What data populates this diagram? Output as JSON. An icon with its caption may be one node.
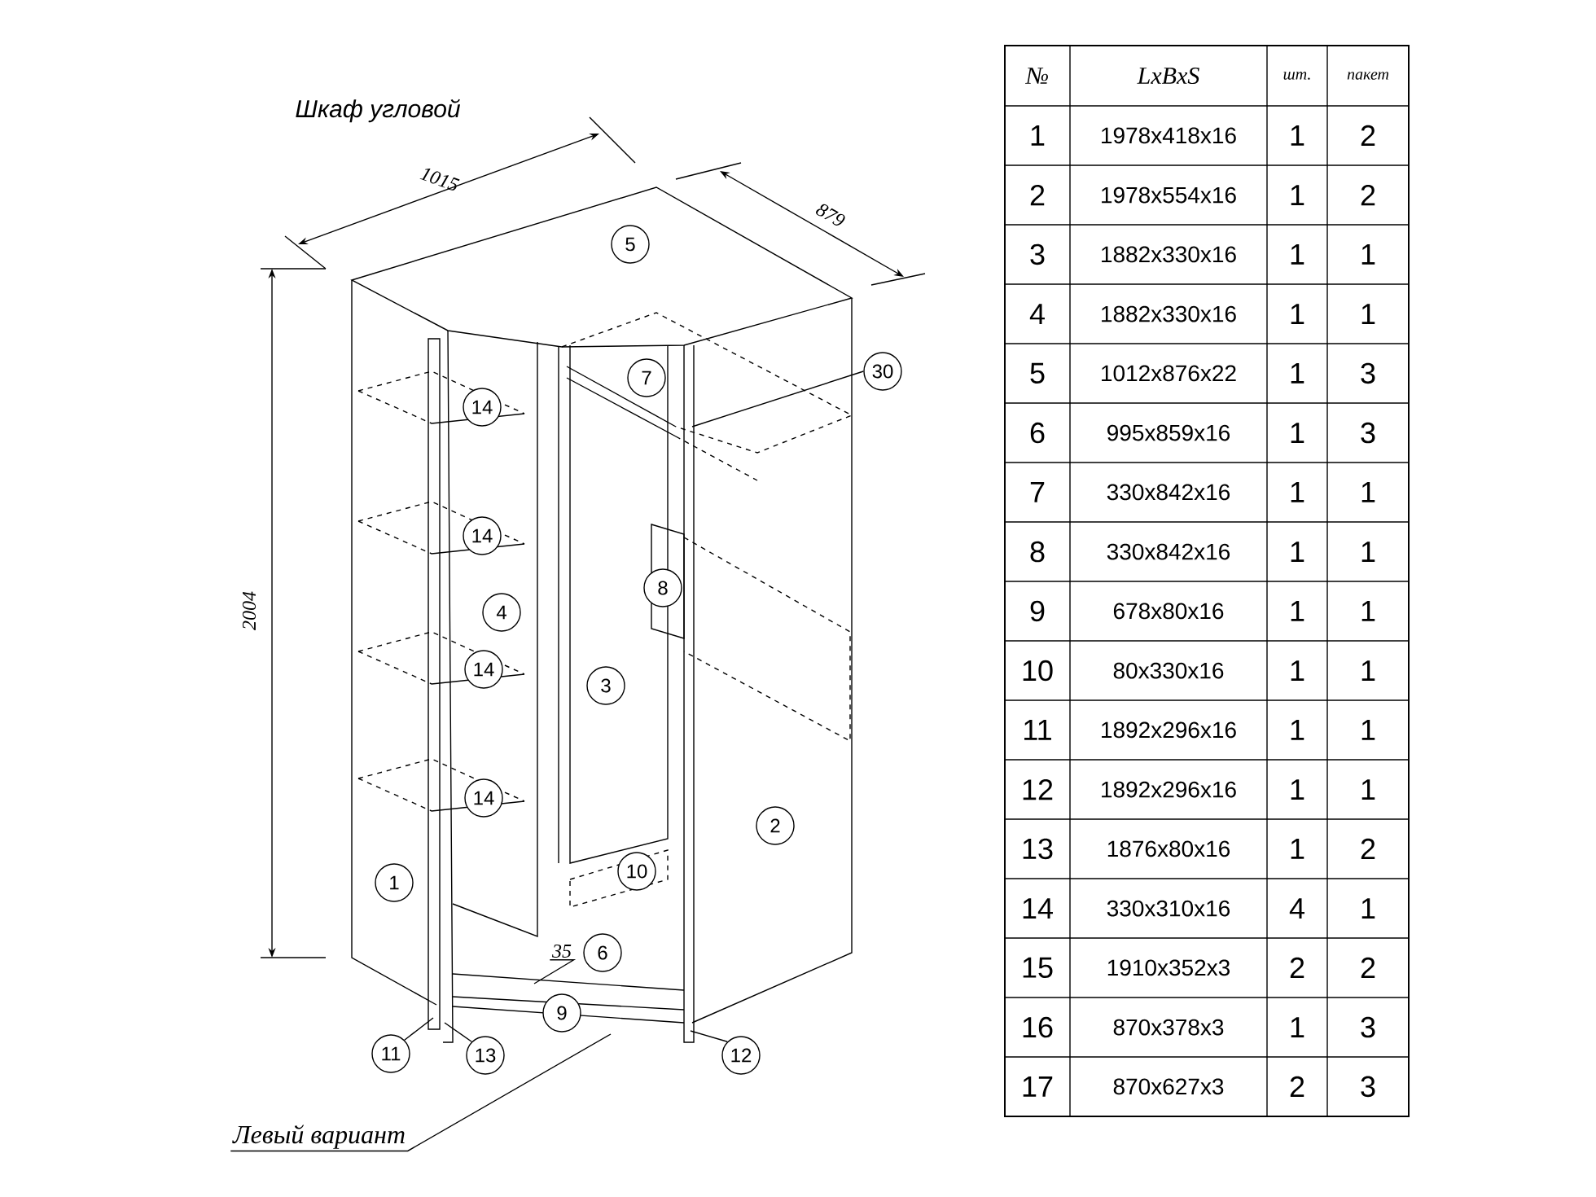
{
  "diagram": {
    "title": "Шкаф угловой",
    "nodes": [
      {
        "text": [
          "5"
        ]
      },
      {
        "text": [
          "30"
        ]
      },
      {
        "text": [
          "7"
        ]
      },
      {
        "text": [
          "14"
        ]
      },
      {
        "text": [
          "14"
        ]
      },
      {
        "text": [
          "4"
        ]
      },
      {
        "text": [
          "8"
        ]
      },
      {
        "text": [
          "14"
        ]
      },
      {
        "text": [
          "3"
        ]
      },
      {
        "text": [
          "14"
        ]
      },
      {
        "text": [
          "2"
        ]
      },
      {
        "text": [
          "1"
        ]
      },
      {
        "text": [
          "10"
        ]
      },
      {
        "text": [
          "35"
        ]
      },
      {
        "text": [
          "6"
        ]
      },
      {
        "text": [
          "9"
        ]
      },
      {
        "text": [
          "11"
        ]
      },
      {
        "text": [
          "13"
        ]
      },
      {
        "text": [
          "12"
        ]
      },
      {
        "text": [
          "Левый вариант"
        ]
      }
    ],
    "edges": [
      {
        "from": 1,
        "to": null,
        "arrow": "none"
      },
      {
        "from": 13,
        "to": null,
        "arrow": "none"
      },
      {
        "from": 16,
        "to": null,
        "arrow": "none"
      },
      {
        "from": 17,
        "to": null,
        "arrow": "none"
      },
      {
        "from": 18,
        "to": null,
        "arrow": "none"
      },
      {
        "from": 19,
        "to": null,
        "arrow": "none"
      }
    ],
    "labels": [
      "1015",
      "879",
      "2004",
      "№",
      "LxBxS",
      "шт.",
      "пакет",
      "1",
      "1978x418x16",
      "1",
      "2",
      "2",
      "1978x554x16",
      "1",
      "2",
      "3",
      "1882x330x16",
      "1",
      "1",
      "4",
      "1882x330x16",
      "1",
      "1",
      "5",
      "1012x876x22",
      "1",
      "3",
      "6",
      "995x859x16",
      "1",
      "3",
      "7",
      "330x842x16",
      "1",
      "1",
      "8",
      "330x842x16",
      "1",
      "1",
      "9",
      "678x80x16",
      "1",
      "1",
      "10",
      "80x330x16",
      "1",
      "1",
      "11",
      "1892x296x16",
      "1",
      "1",
      "12",
      "1892x296x16",
      "1",
      "1",
      "13",
      "1876x80x16",
      "1",
      "2",
      "14",
      "330x310x16",
      "4",
      "1",
      "15",
      "1910x352x3",
      "2",
      "2",
      "16",
      "870x378x3",
      "1",
      "3",
      "17",
      "870x627x3",
      "2",
      "3"
    ]
  }
}
